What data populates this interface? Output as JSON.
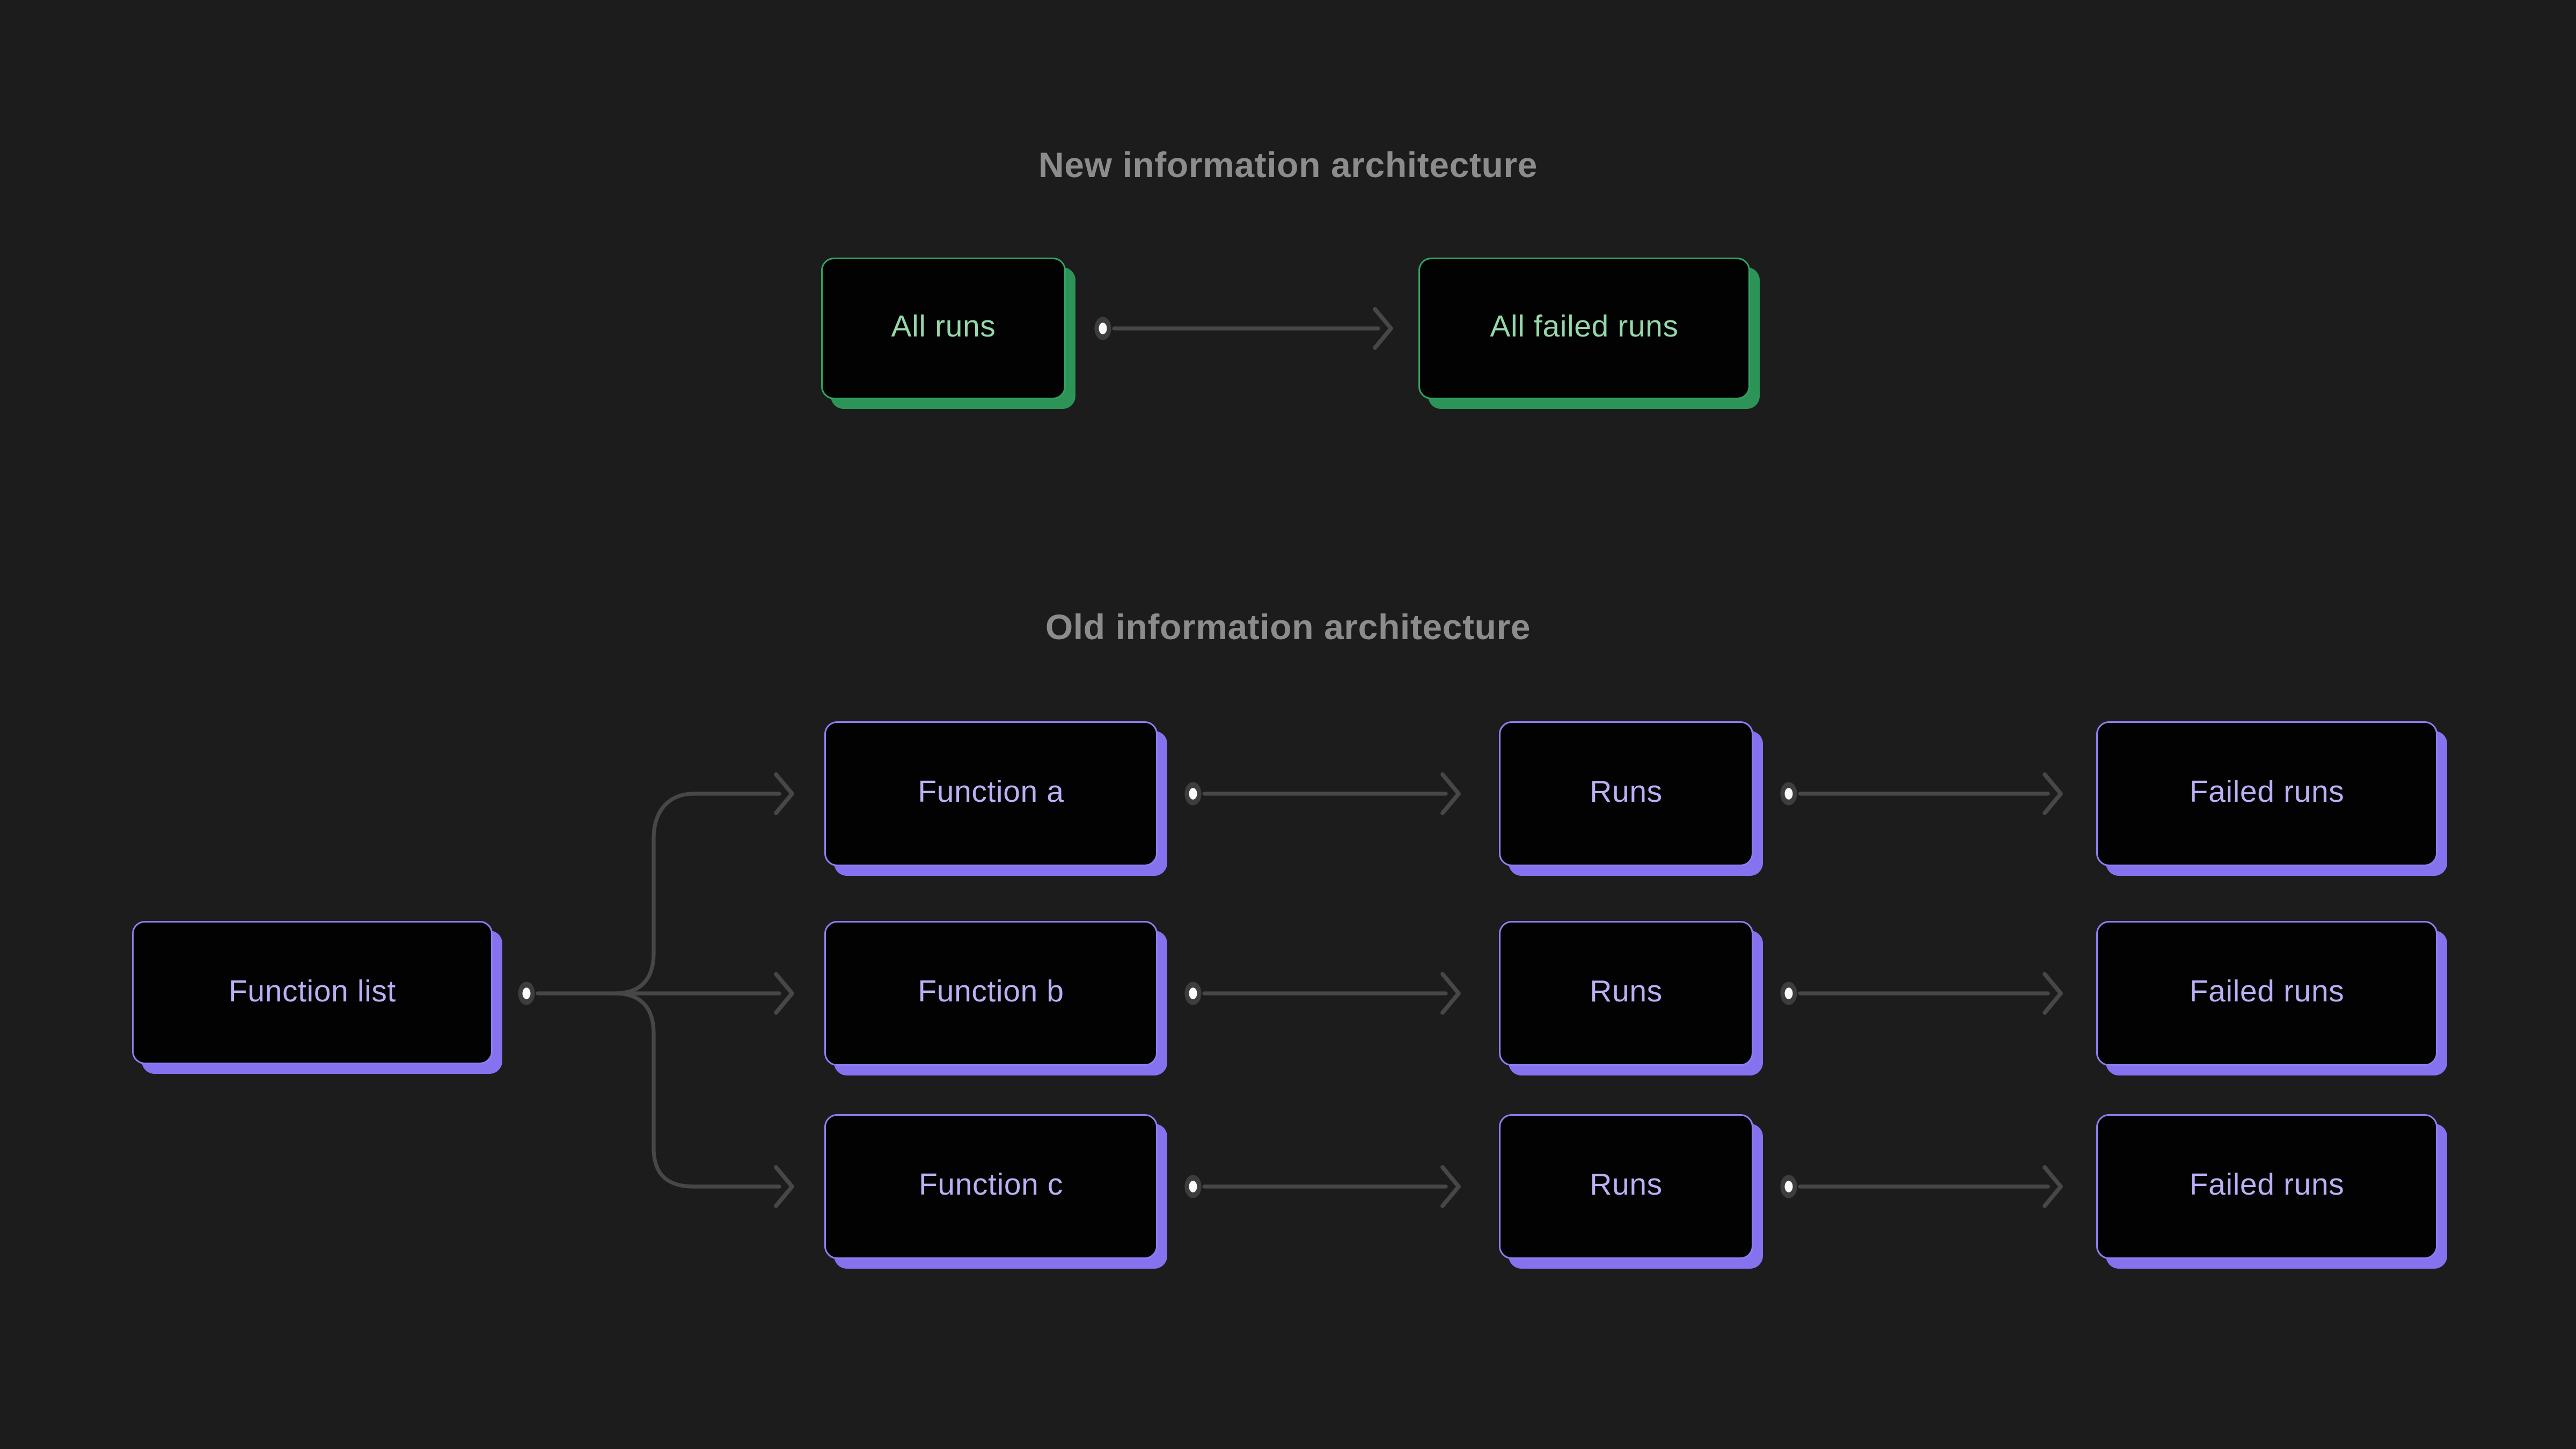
{
  "colors": {
    "background": "#1c1c1d",
    "node_fill": "#020203",
    "green_border": "#31a263",
    "green_shadow": "#2c9457",
    "green_text": "#96d7ab",
    "purple_border": "#8f7ef2",
    "purple_shadow": "#8472ee",
    "purple_text": "#bcaff5",
    "title_text": "#8c8c8c",
    "connector": "#474747",
    "dot_ring": "#3d3d3d",
    "dot_core": "#fafafa"
  },
  "new_section": {
    "title": "New information architecture",
    "nodes": [
      {
        "id": "all-runs",
        "label": "All runs"
      },
      {
        "id": "all-failed-runs",
        "label": "All failed runs"
      }
    ]
  },
  "old_section": {
    "title": "Old information architecture",
    "root": {
      "label": "Function list"
    },
    "rows": [
      {
        "function": "Function a",
        "runs": "Runs",
        "failed": "Failed runs"
      },
      {
        "function": "Function b",
        "runs": "Runs",
        "failed": "Failed runs"
      },
      {
        "function": "Function c",
        "runs": "Runs",
        "failed": "Failed runs"
      }
    ]
  }
}
